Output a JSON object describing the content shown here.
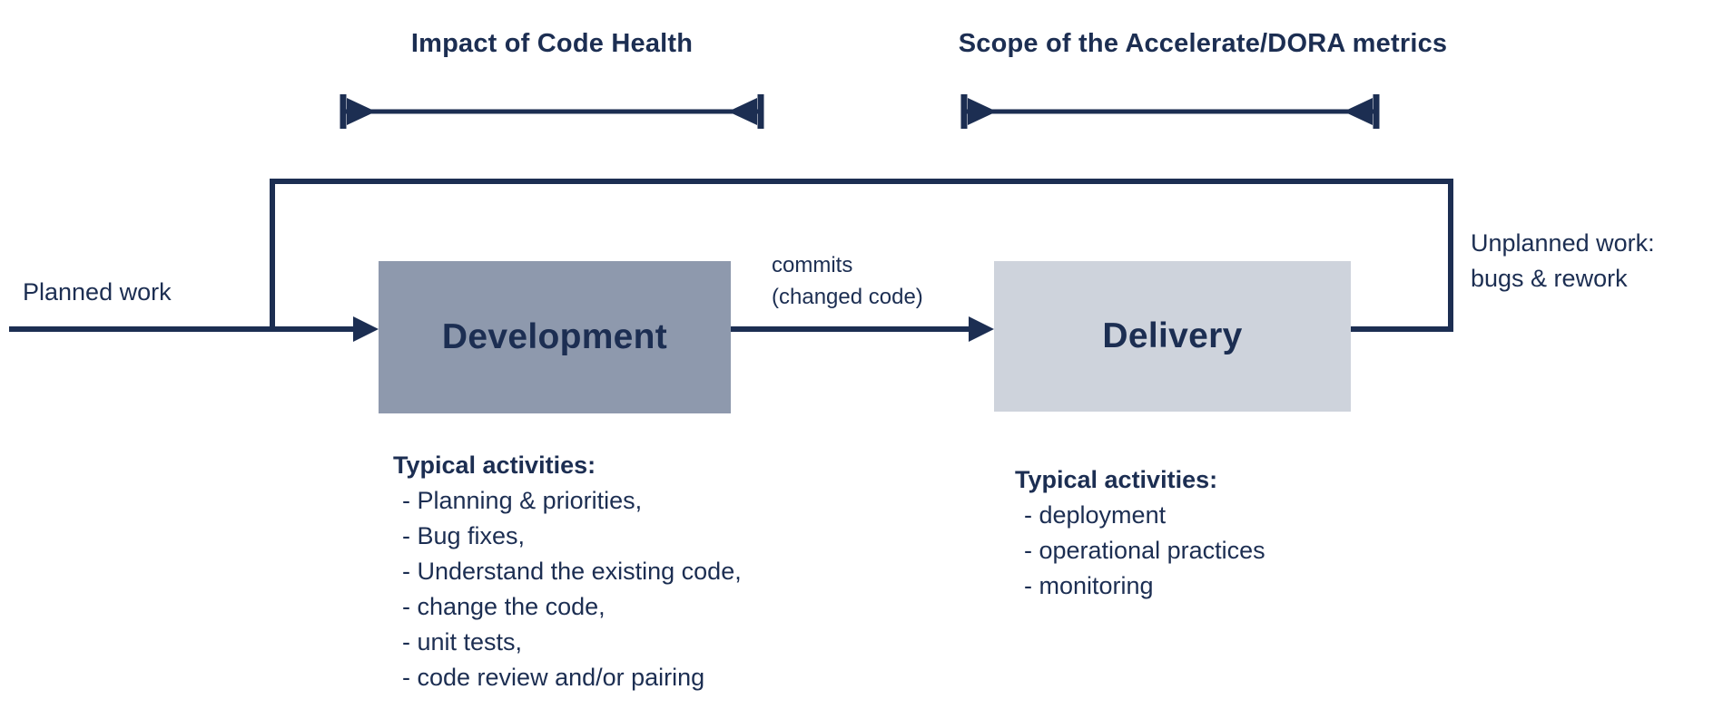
{
  "colors": {
    "navy": "#1c2e52",
    "development_box": "#8e99ad",
    "delivery_box": "#ced3dc",
    "background": "#ffffff"
  },
  "spans": {
    "impact": {
      "label": "Impact of Code Health"
    },
    "dora": {
      "label": "Scope of the Accelerate/DORA metrics"
    }
  },
  "flow": {
    "planned_work": "Planned work",
    "development_label": "Development",
    "delivery_label": "Delivery",
    "commits_line1": "commits",
    "commits_line2": "(changed code)",
    "unplanned_line1": "Unplanned work:",
    "unplanned_line2": "bugs & rework"
  },
  "development_activities": {
    "header": "Typical activities:",
    "items": [
      "- Planning & priorities,",
      "- Bug fixes,",
      "- Understand the existing code,",
      "- change the code,",
      "- unit tests,",
      "- code review and/or pairing"
    ]
  },
  "delivery_activities": {
    "header": "Typical activities:",
    "items": [
      "- deployment",
      "- operational practices",
      "- monitoring"
    ]
  }
}
